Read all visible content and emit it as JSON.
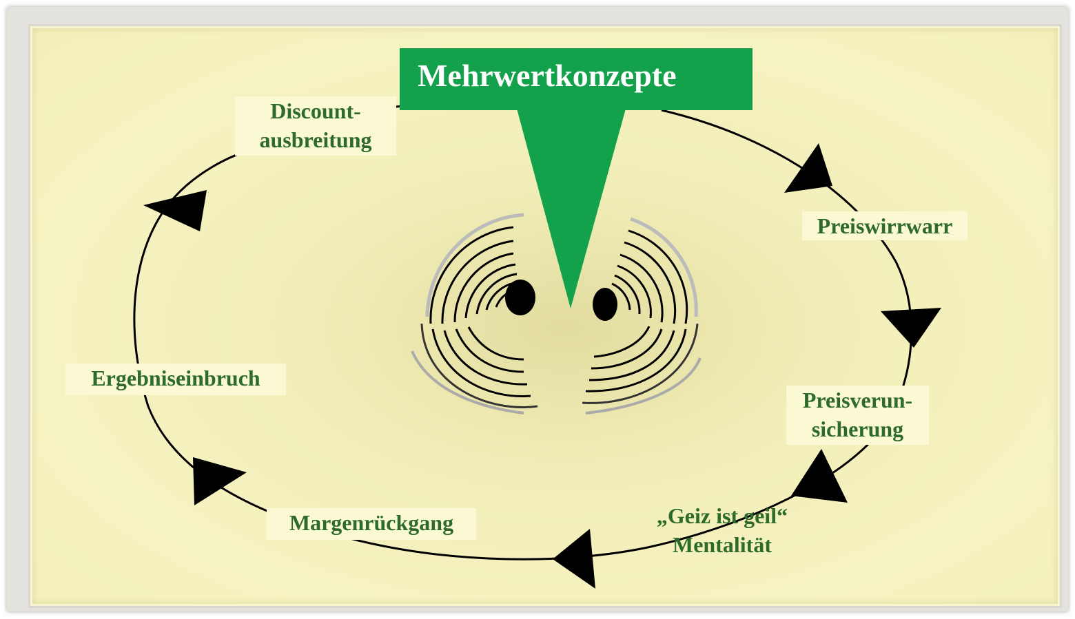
{
  "title": "Mehrwertkonzepte",
  "cycle_labels": {
    "discount": "Discount-\nausbreitung",
    "preiswirrwarr": "Preiswirrwarr",
    "preisverunsicherung": "Preisverun-\nsicherung",
    "geiz": "„Geiz ist geil“\nMentalität",
    "margen": "Margenrückgang",
    "ergebnis": "Ergebniseinbruch"
  },
  "colors": {
    "title_bg": "#13a14b",
    "label_text": "#2e6a2a",
    "label_bg": "#fbf9d3",
    "panel_bg": "#f4f1bf",
    "arrow": "#000000"
  },
  "icons": {
    "center": "spiral-vortex-icon",
    "arrows": "cycle-arrowhead-icon"
  }
}
